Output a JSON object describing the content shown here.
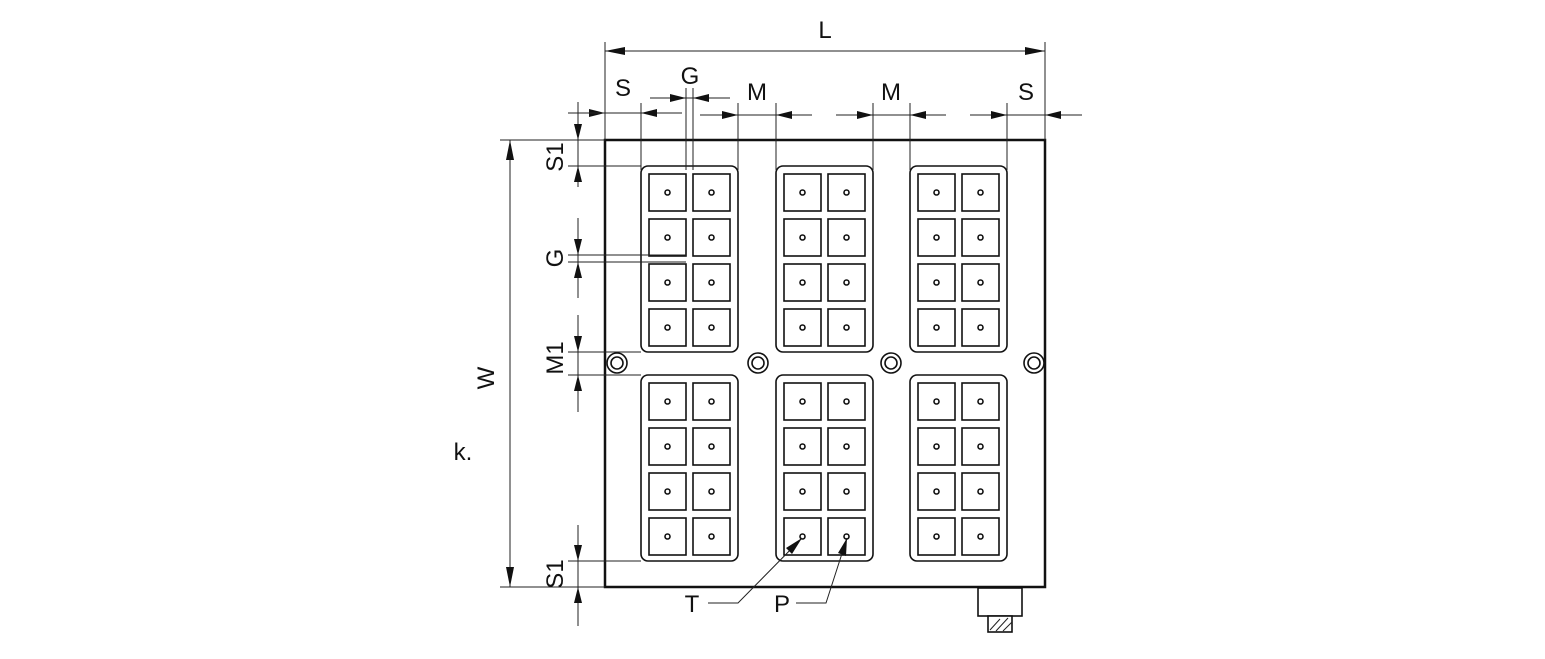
{
  "drawing": {
    "labels": {
      "L": "L",
      "W": "W",
      "S": "S",
      "G": "G",
      "M": "M",
      "S1": "S1",
      "M1": "M1",
      "T": "T",
      "P": "P",
      "k": "k."
    },
    "pole_blocks": {
      "columns": 3,
      "rows": 2,
      "cells_per_block": {
        "columns": 2,
        "rows": 4
      }
    },
    "mounting_holes": 4
  }
}
